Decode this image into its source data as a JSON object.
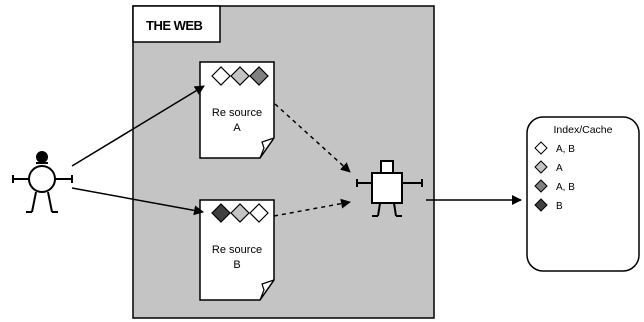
{
  "web": {
    "title": "THE WEB",
    "background": "#c4c4c4"
  },
  "resources": [
    {
      "label_line1": "Re source",
      "label_line2": "A",
      "diamonds": [
        "#ffffff",
        "#c4c4c4",
        "#808080"
      ]
    },
    {
      "label_line1": "Re source",
      "label_line2": "B",
      "diamonds": [
        "#404040",
        "#c4c4c4",
        "#ffffff"
      ]
    }
  ],
  "index": {
    "title": "Index/Cache",
    "entries": [
      {
        "color": "#ffffff",
        "text": "A, B"
      },
      {
        "color": "#c4c4c4",
        "text": "A"
      },
      {
        "color": "#808080",
        "text": "A, B"
      },
      {
        "color": "#404040",
        "text": "B"
      }
    ]
  },
  "icons": [
    "user-figure-icon",
    "crawler-robot-icon",
    "document-icon",
    "diamond-icon",
    "arrow-icon"
  ]
}
